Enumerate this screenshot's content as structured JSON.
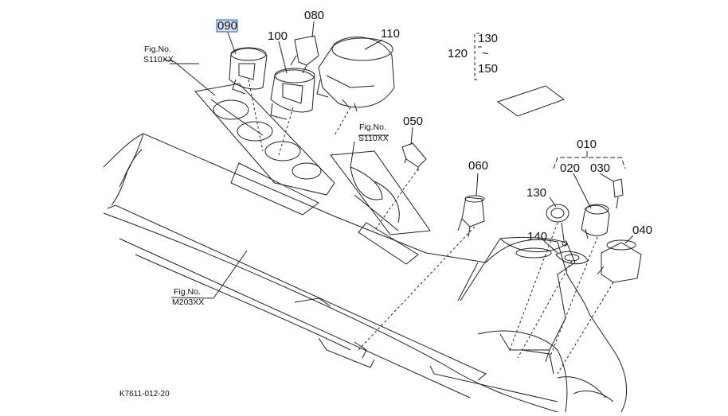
{
  "diagram": {
    "callouts": {
      "c090": "090",
      "c080": "080",
      "c100": "100",
      "c110": "110",
      "c120": "120",
      "c130_range": "130",
      "c150_range": "150",
      "range_mark": "~",
      "c050": "050",
      "c060": "060",
      "c010": "010",
      "c020": "020",
      "c030": "030",
      "c130": "130",
      "c140": "140",
      "c040": "040"
    },
    "fig_refs": {
      "a": {
        "title": "Fig.No.",
        "code": "S110XX"
      },
      "b": {
        "title": "Fig.No.",
        "code": "S110XX"
      },
      "c": {
        "title": "Fig.No.",
        "code": "M203XX"
      }
    },
    "drawing_code": "K7611-012-20",
    "highlighted_callout": "090",
    "highlight_color": "#1f5fb8"
  }
}
